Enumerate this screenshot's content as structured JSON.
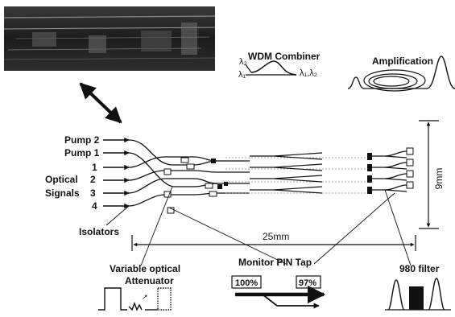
{
  "photo": {
    "description_icon": "chip-photo"
  },
  "wdm": {
    "title": "WDM Combiner",
    "lam2": "λ₂",
    "lam1": "λ₁",
    "lam12": "λ₁,λ₂"
  },
  "amplification": {
    "title": "Amplification"
  },
  "inputs": {
    "pump2": "Pump 2",
    "pump1": "Pump 1",
    "sig1": "1",
    "sig2": "2",
    "sig3": "3",
    "sig4": "4",
    "optical": "Optical",
    "signals": "Signals",
    "isolators": "Isolators"
  },
  "dims": {
    "height": "9mm",
    "width": "25mm"
  },
  "voa": {
    "line1": "Variable optical",
    "line2": "Attenuator"
  },
  "tap": {
    "title": "Monitor PIN Tap",
    "pct_in": "100%",
    "pct_out": "97%"
  },
  "filter": {
    "title": "980 filter"
  },
  "colors": {
    "ink": "#111111",
    "photo_bg": "#2a2a2a"
  }
}
